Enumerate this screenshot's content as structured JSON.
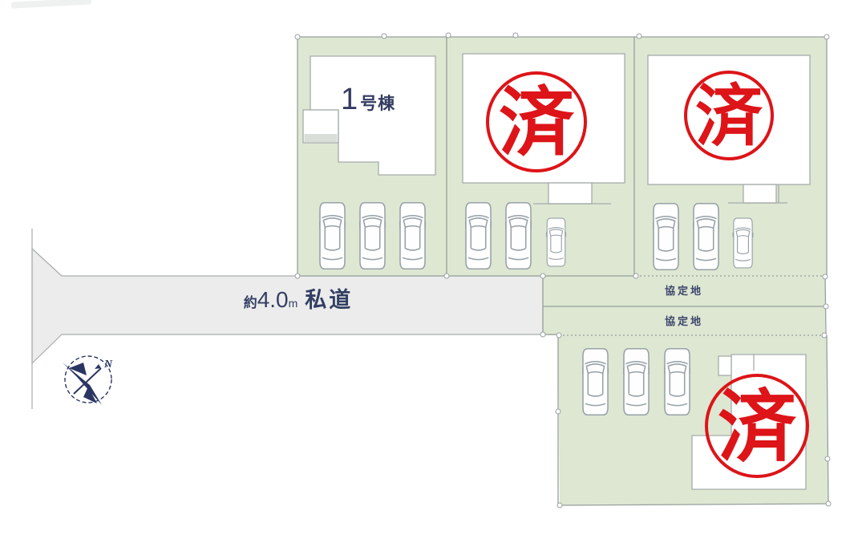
{
  "site_plan": {
    "road": {
      "label_prefix": "約",
      "label_value": "4.0",
      "label_unit": "m",
      "label_name": "私道"
    },
    "compass_label": "N",
    "lots": [
      {
        "name": "lot-1",
        "building": {
          "number": "1",
          "suffix": "号棟"
        },
        "parking_spaces": 3
      },
      {
        "name": "lot-2",
        "stamp": "済",
        "parking_spaces": 3
      },
      {
        "name": "lot-3",
        "stamp": "済",
        "parking_spaces": 3
      },
      {
        "name": "lot-4",
        "stamp": "済",
        "parking_spaces": 3
      }
    ],
    "agreement_areas": [
      {
        "label": "協定地"
      },
      {
        "label": "協定地"
      }
    ],
    "colors": {
      "lot_fill": "#dde7d2",
      "road_fill": "#ececec",
      "boundary_line": "#96a09c",
      "house_fill": "#ffffff",
      "stamp_red": "#dd1418",
      "text_navy": "#333f63",
      "compass_navy": "#2b3563"
    }
  }
}
